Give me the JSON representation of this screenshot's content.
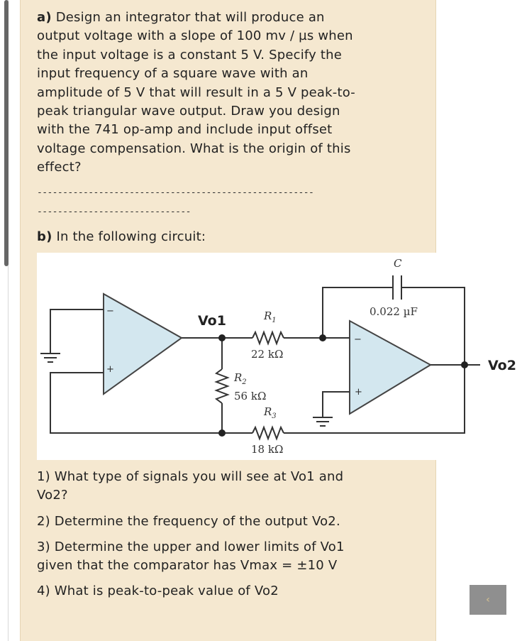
{
  "part_a": {
    "label": "a)",
    "text": "Design an integrator that will produce an output voltage with a slope of 100 mv / µs when the input voltage is a constant 5 V. Specify the input frequency of a square wave with an amplitude of 5 V that will result in a 5 V peak-to-peak triangular wave output. Draw you design with the 741 op-amp and include input offset voltage compensation.  What is the origin of this effect?",
    "lines": [
      "Design an integrator that will produce an",
      "output voltage with a slope of 100 mv / µs when",
      "the input voltage is a constant 5 V. Specify the",
      "input frequency of a square wave with an",
      "amplitude of 5 V that will result in a 5 V peak-to-",
      "peak triangular wave output. Draw you design",
      "with the 741 op-amp and include input offset",
      "voltage compensation.  What is the origin of this",
      "effect?"
    ]
  },
  "separator": {
    "line1": "------------------------------------------------------",
    "line2": "------------------------------"
  },
  "part_b": {
    "label": "b)",
    "text": "In the following circuit:"
  },
  "circuit": {
    "labels": {
      "vo1": "Vo1",
      "vo2": "Vo2",
      "c": "C",
      "c_value": "0.022 µF",
      "r1": "R",
      "r1_sub": "1",
      "r1_value": "22 kΩ",
      "r2": "R",
      "r2_sub": "2",
      "r2_value": "56 kΩ",
      "r3": "R",
      "r3_sub": "3",
      "r3_value": "18 kΩ",
      "minus": "−",
      "plus": "+"
    }
  },
  "questions": [
    "1) What type of signals you will see at Vo1 and\nVo2?",
    "2) Determine the frequency of the output Vo2.",
    "3) Determine the upper and lower limits of Vo1\ngiven that the comparator has Vmax =  ±10 V",
    "4) What is peak-to-peak value of Vo2"
  ],
  "nav": {
    "icon": "chevron-up-icon",
    "glyph": "‹"
  },
  "colors": {
    "card": "#f5e8d0",
    "opamp_fill": "#d3e7ef",
    "nav": "#8f8f8f"
  }
}
